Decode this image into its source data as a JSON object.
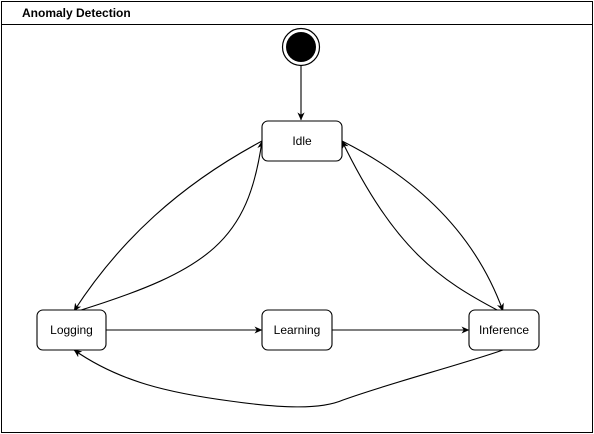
{
  "diagram": {
    "title": "Anomaly Detection",
    "states": {
      "idle": "Idle",
      "logging": "Logging",
      "learning": "Learning",
      "inference": "Inference"
    }
  }
}
